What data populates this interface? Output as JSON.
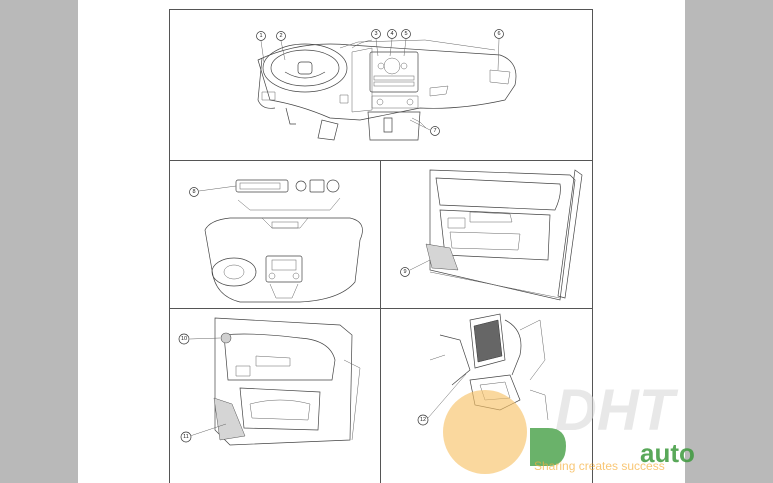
{
  "document": {
    "panels": [
      {
        "id": "instrument-panel",
        "callouts": [
          "1",
          "2",
          "3",
          "4",
          "5",
          "6",
          "7"
        ]
      },
      {
        "id": "windshield-overhead",
        "callouts": [
          "8"
        ]
      },
      {
        "id": "front-door",
        "callouts": [
          "9"
        ]
      },
      {
        "id": "rear-door",
        "callouts": [
          "10",
          "11"
        ]
      },
      {
        "id": "under-seat-unit",
        "callouts": [
          "12"
        ]
      }
    ]
  },
  "callouts": {
    "c1": "1",
    "c2": "2",
    "c3": "3",
    "c4": "4",
    "c5": "5",
    "c6": "6",
    "c7": "7",
    "c8": "8",
    "c9": "9",
    "c10": "10",
    "c11": "11",
    "c12": "12"
  },
  "watermark": {
    "logo_text": "DHT",
    "brand_word": "auto",
    "tagline": "Sharing creates success",
    "colors": {
      "orange": "#f4a21a",
      "green": "#3d9a3d",
      "gray": "#9a9a9a"
    }
  }
}
